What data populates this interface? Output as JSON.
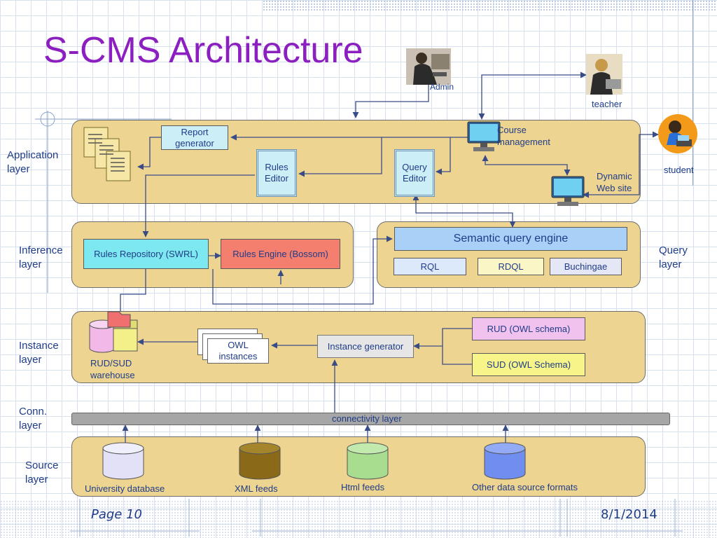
{
  "title": "S-CMS Architecture",
  "layers": {
    "application": "Application layer",
    "inference": "Inference layer",
    "query": "Query layer",
    "instance": "Instance layer",
    "conn": "Conn. layer",
    "source": "Source layer"
  },
  "actors": {
    "admin": "Admin",
    "teacher": "teacher",
    "student": "student"
  },
  "application": {
    "report_generator": "Report generator",
    "rules_editor": "Rules Editor",
    "query_editor": "Query Editor",
    "course_management": "Course management",
    "dynamic_web_site": "Dynamic Web site"
  },
  "inference": {
    "rules_repository": "Rules Repository (SWRL)",
    "rules_engine": "Rules Engine (Bossom)"
  },
  "query": {
    "engine": "Semantic query engine",
    "rql": "RQL",
    "rdql": "RDQL",
    "buchingae": "Buchingae"
  },
  "instance": {
    "warehouse": "RUD/SUD warehouse",
    "owl_instances": "OWL instances",
    "instance_generator": "Instance generator",
    "rud": "RUD (OWL schema)",
    "sud": "SUD (OWL Schema)"
  },
  "connectivity": "connectivity layer",
  "sources": [
    "University database",
    "XML feeds",
    "Html feeds",
    "Other data source formats"
  ],
  "colors": {
    "title": "#8b1fc0",
    "band": "#eed491",
    "text": "#1f3c88",
    "rules_repository": "#7ee8f0",
    "rules_engine": "#f47f6e",
    "query_engine": "#a9d1f7",
    "rql": "#dbe9fb",
    "rdql": "#fbf6c6",
    "buchingae": "#e6e7f6",
    "rud": "#f2c2ee",
    "sud": "#f7f58a",
    "university_db": "#e2e1f7",
    "xml_feeds": "#8a6a18",
    "html_feeds": "#a8dc8e",
    "other_sources": "#6f8ef0"
  },
  "footer": {
    "page": "Page 10",
    "date": "8/1/2014"
  }
}
